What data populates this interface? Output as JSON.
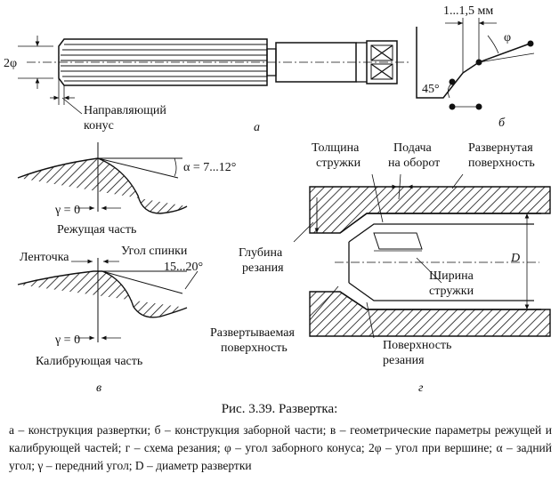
{
  "panel_a": {
    "dim_2phi": "2φ",
    "label_guide_cone_1": "Направляющий",
    "label_guide_cone_2": "конус",
    "letter": "а"
  },
  "panel_b": {
    "dim_range": "1...1,5 мм",
    "angle_phi": "φ",
    "angle_45": "45°",
    "letter": "б"
  },
  "panel_v": {
    "alpha": "α = 7...12°",
    "gamma_top": "γ = 0",
    "cutting_part": "Режущая часть",
    "land": "Ленточка",
    "back_angle": "Угол спинки",
    "back_angle_value": "15...20°",
    "gamma_bottom": "γ = 0",
    "calibrating_part": "Калибрующая часть",
    "letter": "в"
  },
  "panel_g": {
    "chip_thickness_1": "Толщина",
    "chip_thickness_2": "стружки",
    "feed_1": "Подача",
    "feed_2": "на оборот",
    "reamed_surface_1": "Развернутая",
    "reamed_surface_2": "поверхность",
    "depth_1": "Глубина",
    "depth_2": "резания",
    "diameter": "D",
    "chip_width_1": "Ширина",
    "chip_width_2": "стружки",
    "surface_reamed_1": "Развертываемая",
    "surface_reamed_2": "поверхность",
    "cut_surface_1": "Поверхность",
    "cut_surface_2": "резания",
    "letter": "г"
  },
  "caption": {
    "title": "Рис. 3.39. Развертка:",
    "body": "а – конструкция развертки; б – конструкция заборной части; в – геометрические параметры режущей и калибрующей частей; г – схема резания; φ – угол заборного конуса; 2φ – угол при вершине; α – задний угол; γ – передний угол; D – диаметр развертки"
  }
}
